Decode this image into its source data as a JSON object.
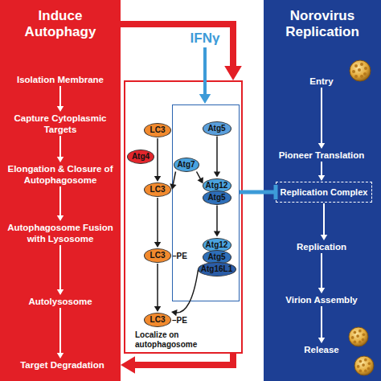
{
  "diagram": {
    "nodes": [
      {
        "text": [
          "Induce Autophagy"
        ]
      },
      {
        "text": [
          "Isolation Membrane"
        ],
        "in": 0
      },
      {
        "text": [
          "Capture Cytoplasmic Targets"
        ],
        "in": 0
      },
      {
        "text": [
          "Elongation & Closure of Autophagosome"
        ],
        "in": 0
      },
      {
        "text": [
          "Autophagosome Fusion with Lysosome"
        ],
        "in": 0
      },
      {
        "text": [
          "Autolysosome"
        ],
        "in": 0
      },
      {
        "text": [
          "Target Degradation"
        ],
        "in": 0
      },
      {
        "text": [
          "IFNγ"
        ]
      },
      {
        "text": []
      },
      {
        "text": [
          "LC3"
        ],
        "in": 8
      },
      {
        "text": [
          "Atg4"
        ],
        "in": 8
      },
      {
        "text": [
          "LC3"
        ],
        "in": 8
      },
      {
        "text": [
          "LC3",
          "–PE"
        ],
        "in": 8
      },
      {
        "text": [
          "LC3",
          "–PE"
        ],
        "in": 8
      },
      {
        "text": [],
        "in": 8
      },
      {
        "text": [
          "Atg7"
        ],
        "in": 14
      },
      {
        "text": [
          "Atg5"
        ],
        "in": 14
      },
      {
        "text": [
          "Atg12",
          "Atg5"
        ],
        "in": 14
      },
      {
        "text": [
          "Atg12",
          "Atg5",
          "Atg16L1"
        ],
        "in": 14
      },
      {
        "text": [
          "Norovirus Replication"
        ]
      },
      {
        "text": [
          "Entry"
        ],
        "in": 19
      },
      {
        "text": [
          "Pioneer Translation"
        ],
        "in": 19
      },
      {
        "text": [
          "Replication Complex"
        ],
        "in": 19
      },
      {
        "text": [
          "Replication"
        ],
        "in": 19
      },
      {
        "text": [
          "Virion Assembly"
        ],
        "in": 19
      },
      {
        "text": [
          "Release"
        ],
        "in": 19
      }
    ],
    "edges": [
      {
        "from": 1,
        "to": 2,
        "arrow": "to"
      },
      {
        "from": 2,
        "to": 3,
        "arrow": "to"
      },
      {
        "from": 3,
        "to": 4,
        "arrow": "to"
      },
      {
        "from": 4,
        "to": 5,
        "arrow": "to"
      },
      {
        "from": 5,
        "to": 6,
        "arrow": "to"
      },
      {
        "from": 0,
        "to": 8,
        "arrow": "to"
      },
      {
        "from": 8,
        "to": 6,
        "arrow": "to"
      },
      {
        "from": 7,
        "to": 14,
        "arrow": "to"
      },
      {
        "from": 9,
        "to": 11,
        "arrow": "to"
      },
      {
        "from": 11,
        "to": 12,
        "arrow": "to"
      },
      {
        "from": 12,
        "to": 13,
        "arrow": "to"
      },
      {
        "from": 15,
        "to": 11,
        "arrow": "to"
      },
      {
        "from": 15,
        "to": 17,
        "arrow": "to"
      },
      {
        "from": 16,
        "to": 17,
        "arrow": "to"
      },
      {
        "from": 17,
        "to": 18,
        "arrow": "to"
      },
      {
        "from": 18,
        "to": 13,
        "arrow": "to"
      },
      {
        "from": 14,
        "to": 22,
        "arrow": "to"
      },
      {
        "from": 20,
        "to": 21,
        "arrow": "to"
      },
      {
        "from": 21,
        "to": 22,
        "arrow": "to"
      },
      {
        "from": 22,
        "to": 23,
        "arrow": "to"
      },
      {
        "from": 23,
        "to": 24,
        "arrow": "to"
      },
      {
        "from": 24,
        "to": 25,
        "arrow": "to"
      }
    ],
    "labels": [
      "Localize on autophagosome"
    ]
  }
}
